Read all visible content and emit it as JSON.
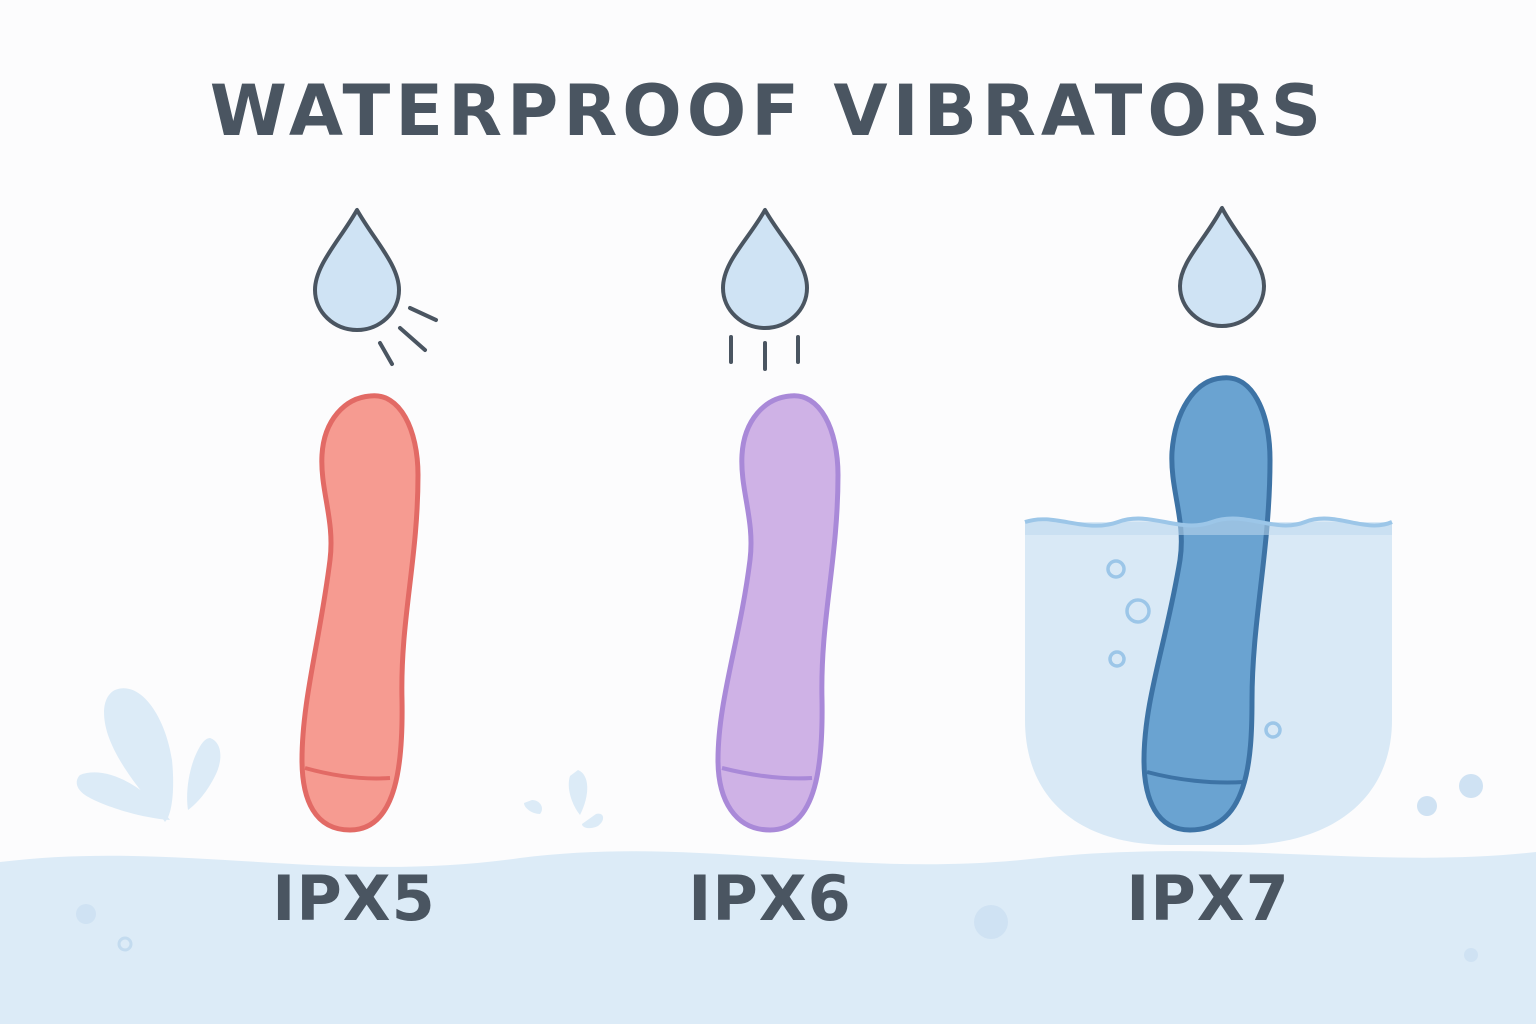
{
  "title": "WATERPROOF VIBRATORS",
  "products": [
    {
      "rating": "IPX5",
      "color": "#f69b91",
      "stroke": "#e26a65",
      "water_icon": "water-drop-splash-icon"
    },
    {
      "rating": "IPX6",
      "color": "#cfb2e6",
      "stroke": "#a989d8",
      "water_icon": "water-drop-jet-icon"
    },
    {
      "rating": "IPX7",
      "color": "#6aa3d1",
      "stroke": "#3d73a5",
      "water_icon": "water-drop-immersion-icon"
    }
  ],
  "colors": {
    "text": "#4a5561",
    "water": "#d7e8f6",
    "drop_fill": "#cfe3f4",
    "drop_stroke": "#4a5561"
  }
}
